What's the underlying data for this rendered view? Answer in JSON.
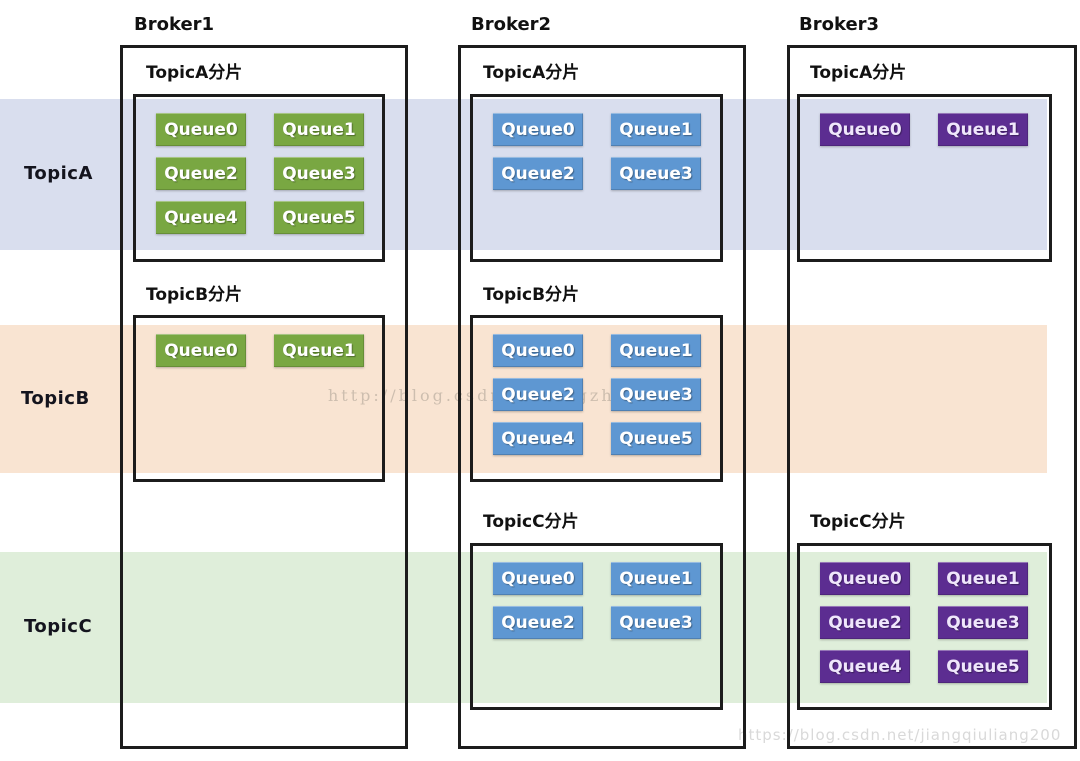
{
  "bands": [
    {
      "label": "TopicA",
      "color": "#d9deee"
    },
    {
      "label": "TopicB",
      "color": "#f9e4d2"
    },
    {
      "label": "TopicC",
      "color": "#dfeeda"
    }
  ],
  "brokers": [
    {
      "title": "Broker1",
      "queue_color": "#79a742",
      "shards": [
        {
          "label": "TopicA分片",
          "queues": [
            "Queue0",
            "Queue1",
            "Queue2",
            "Queue3",
            "Queue4",
            "Queue5"
          ]
        },
        {
          "label": "TopicB分片",
          "queues": [
            "Queue0",
            "Queue1"
          ]
        }
      ]
    },
    {
      "title": "Broker2",
      "queue_color": "#5e97d2",
      "shards": [
        {
          "label": "TopicA分片",
          "queues": [
            "Queue0",
            "Queue1",
            "Queue2",
            "Queue3"
          ]
        },
        {
          "label": "TopicB分片",
          "queues": [
            "Queue0",
            "Queue1",
            "Queue2",
            "Queue3",
            "Queue4",
            "Queue5"
          ]
        },
        {
          "label": "TopicC分片",
          "queues": [
            "Queue0",
            "Queue1",
            "Queue2",
            "Queue3"
          ]
        }
      ]
    },
    {
      "title": "Broker3",
      "queue_color": "#5c2d91",
      "shards": [
        {
          "label": "TopicA分片",
          "queues": [
            "Queue0",
            "Queue1"
          ]
        },
        {
          "label": "TopicC分片",
          "queues": [
            "Queue0",
            "Queue1",
            "Queue2",
            "Queue3",
            "Queue4",
            "Queue5"
          ]
        }
      ]
    }
  ],
  "watermarks": {
    "center": "http://blog.csdn.net/bigzhimobile",
    "bottom_right": "https://blog.csdn.net/jiangqiuliang200"
  }
}
